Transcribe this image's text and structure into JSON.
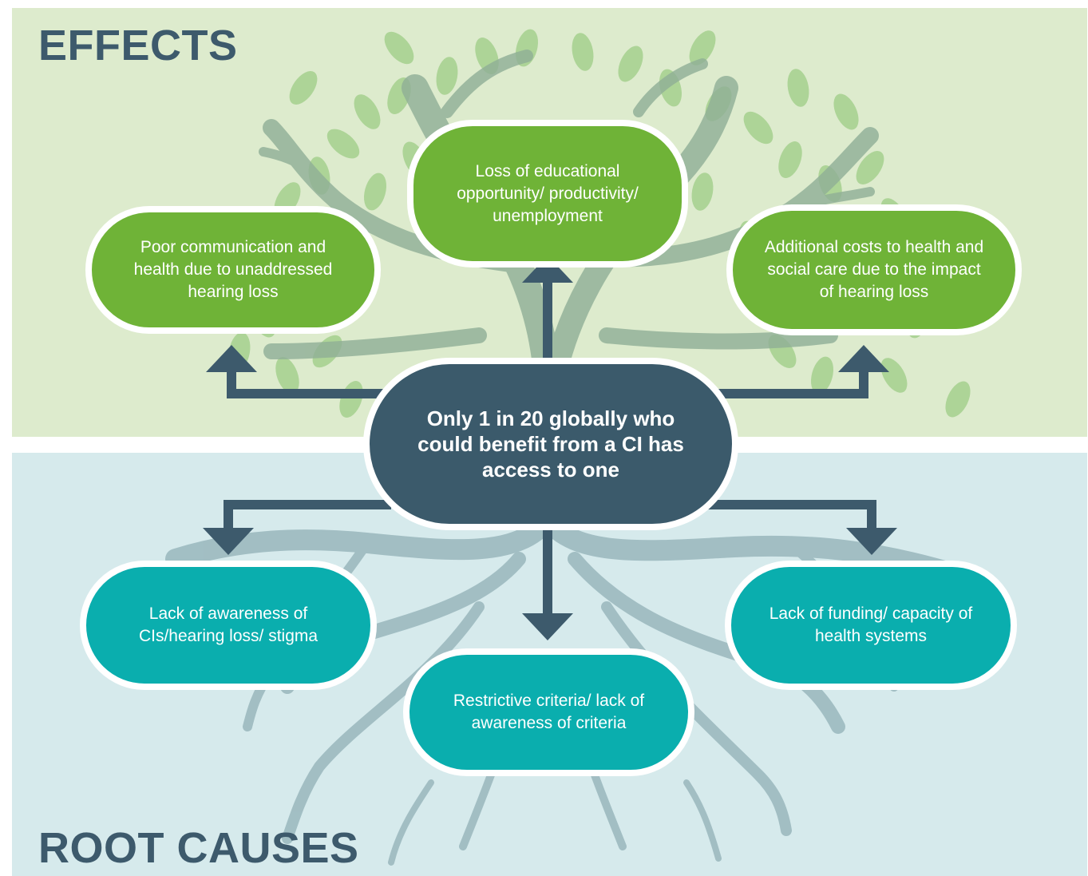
{
  "effects_title": "EFFECTS",
  "causes_title": "ROOT CAUSES",
  "center": {
    "text": "Only 1 in 20 globally who could benefit from a CI has access to one"
  },
  "effects": [
    {
      "text": "Poor communication and health due to unaddressed hearing loss"
    },
    {
      "text": "Loss of educational opportunity/ productivity/ unemployment"
    },
    {
      "text": "Additional costs to health and social care due to the impact of hearing loss"
    }
  ],
  "causes": [
    {
      "text": "Lack of awareness of CIs/hearing loss/ stigma"
    },
    {
      "text": "Restrictive criteria/ lack of awareness of criteria"
    },
    {
      "text": "Lack of funding/ capacity of health systems"
    }
  ],
  "colors": {
    "effects_background": "#ddebcd",
    "causes_background": "#d6eaec",
    "effect_node": "#6fb337",
    "cause_node": "#0aaeae",
    "center_node": "#3b5a6b",
    "title_text": "#3d5a6c",
    "arrow": "#3d5a6c"
  }
}
